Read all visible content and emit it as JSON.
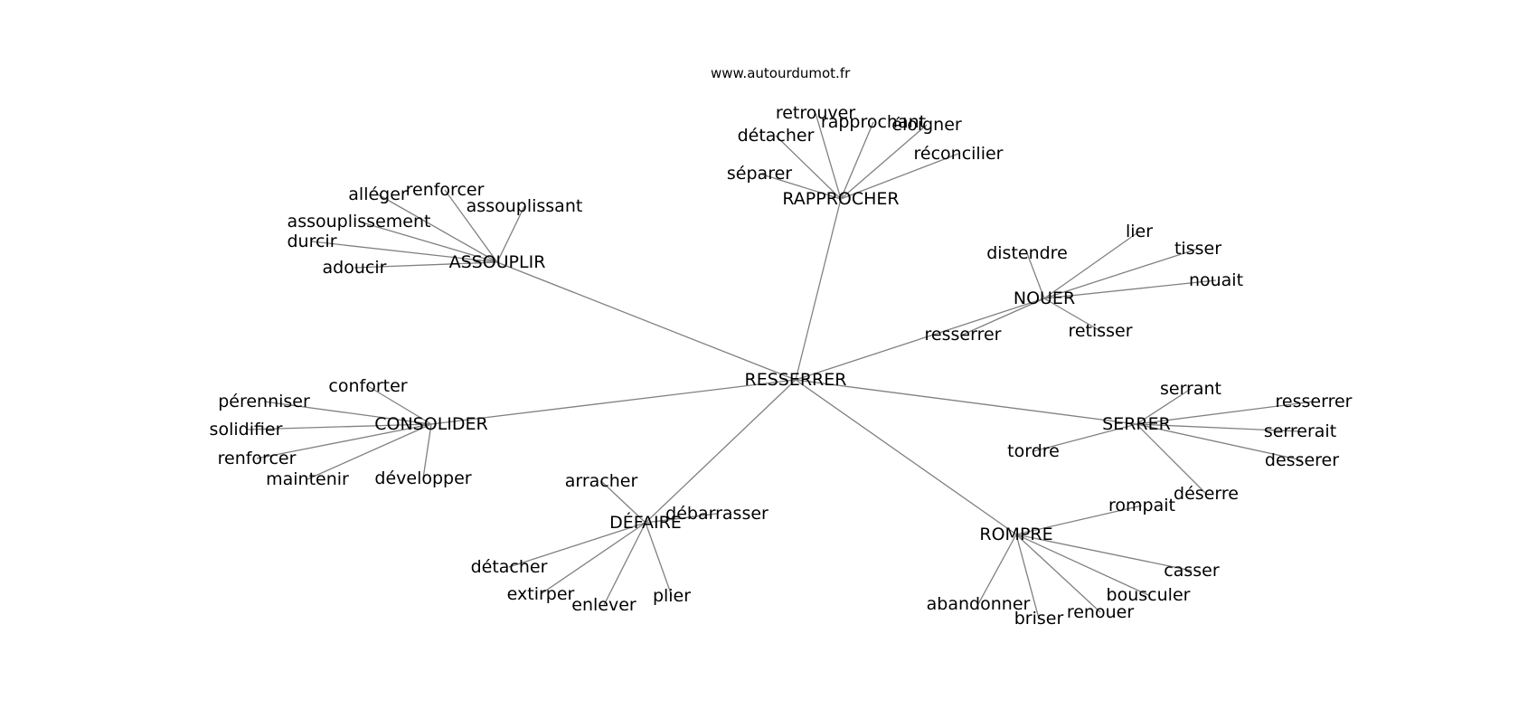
{
  "source_label": "www.autourdumot.fr",
  "colors": {
    "edge": "#808080",
    "text": "#000000",
    "background": "#ffffff"
  },
  "graph": {
    "center": "RESSERRER",
    "clusters": [
      {
        "hub": "RAPPROCHER",
        "leaves": [
          "retrouver",
          "rapprochant",
          "éloigner",
          "détacher",
          "réconcilier",
          "séparer"
        ]
      },
      {
        "hub": "ASSOUPLIR",
        "leaves": [
          "alléger",
          "renforcer",
          "assouplissant",
          "assouplissement",
          "durcir",
          "adoucir"
        ]
      },
      {
        "hub": "NOUER",
        "leaves": [
          "lier",
          "tisser",
          "distendre",
          "nouait",
          "resserrer",
          "retisser"
        ]
      },
      {
        "hub": "CONSOLIDER",
        "leaves": [
          "conforter",
          "pérenniser",
          "solidifier",
          "renforcer",
          "maintenir",
          "développer"
        ]
      },
      {
        "hub": "SERRER",
        "leaves": [
          "serrant",
          "resserrer",
          "serrerait",
          "tordre",
          "desserer",
          "déserre"
        ]
      },
      {
        "hub": "DÉFAIRE",
        "leaves": [
          "arracher",
          "débarrasser",
          "détacher",
          "extirper",
          "enlever",
          "plier"
        ]
      },
      {
        "hub": "ROMPRE",
        "leaves": [
          "rompait",
          "casser",
          "bousculer",
          "abandonner",
          "briser",
          "renouer"
        ]
      }
    ]
  }
}
